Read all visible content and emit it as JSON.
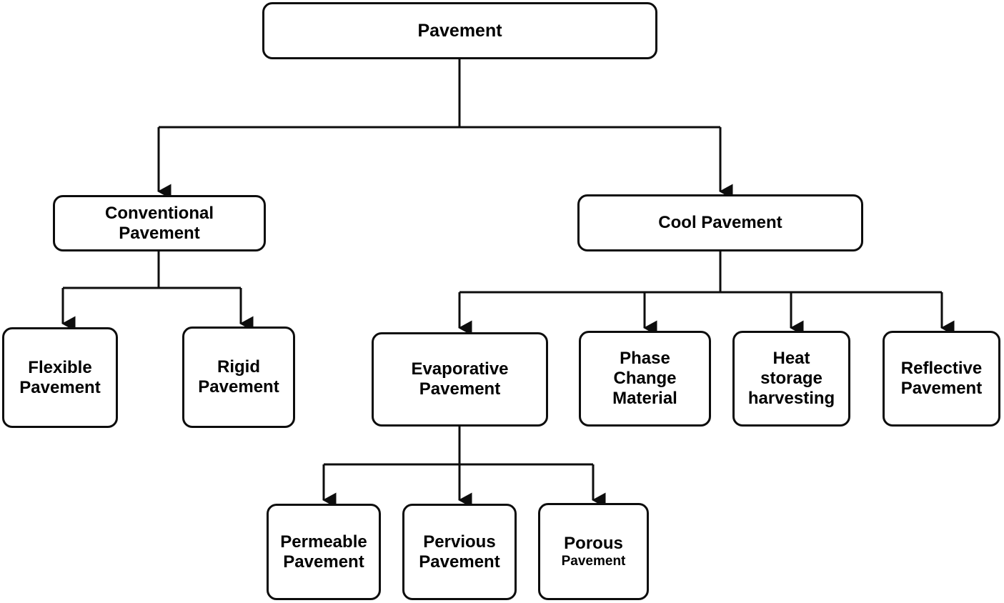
{
  "diagram": {
    "title": "Pavement classification tree",
    "colors": {
      "stroke": "#0d0d0d",
      "box_fill": "#ffffff",
      "text": "#000000",
      "background": "#ffffff"
    },
    "nodes": {
      "root": {
        "label": "Pavement",
        "lines": [
          "Pavement"
        ]
      },
      "conventional": {
        "label": "Conventional Pavement",
        "lines": [
          "Conventional",
          "Pavement"
        ]
      },
      "cool": {
        "label": "Cool Pavement",
        "lines": [
          "Cool Pavement"
        ]
      },
      "flexible": {
        "label": "Flexible Pavement",
        "lines": [
          "Flexible",
          "Pavement"
        ]
      },
      "rigid": {
        "label": "Rigid Pavement",
        "lines": [
          "Rigid",
          "Pavement"
        ]
      },
      "evaporative": {
        "label": "Evaporative Pavement",
        "lines": [
          "Evaporative",
          "Pavement"
        ]
      },
      "phase_change": {
        "label": "Phase Change Material",
        "lines": [
          "Phase",
          "Change",
          "Material"
        ]
      },
      "heat_storage": {
        "label": "Heat storage harvesting",
        "lines": [
          "Heat",
          "storage",
          "harvesting"
        ]
      },
      "reflective": {
        "label": "Reflective Pavement",
        "lines": [
          "Reflective",
          "Pavement"
        ]
      },
      "permeable": {
        "label": "Permeable Pavement",
        "lines": [
          "Permeable",
          "Pavement"
        ]
      },
      "pervious": {
        "label": "Pervious Pavement",
        "lines": [
          "Pervious",
          "Pavement"
        ]
      },
      "porous": {
        "label": "Porous Pavement",
        "lines": [
          "Porous",
          "Pavement"
        ]
      }
    },
    "edges": [
      {
        "from": "root",
        "to": "conventional"
      },
      {
        "from": "root",
        "to": "cool"
      },
      {
        "from": "conventional",
        "to": "flexible"
      },
      {
        "from": "conventional",
        "to": "rigid"
      },
      {
        "from": "cool",
        "to": "evaporative"
      },
      {
        "from": "cool",
        "to": "phase_change"
      },
      {
        "from": "cool",
        "to": "heat_storage"
      },
      {
        "from": "cool",
        "to": "reflective"
      },
      {
        "from": "evaporative",
        "to": "permeable"
      },
      {
        "from": "evaporative",
        "to": "pervious"
      },
      {
        "from": "evaporative",
        "to": "porous"
      }
    ]
  }
}
